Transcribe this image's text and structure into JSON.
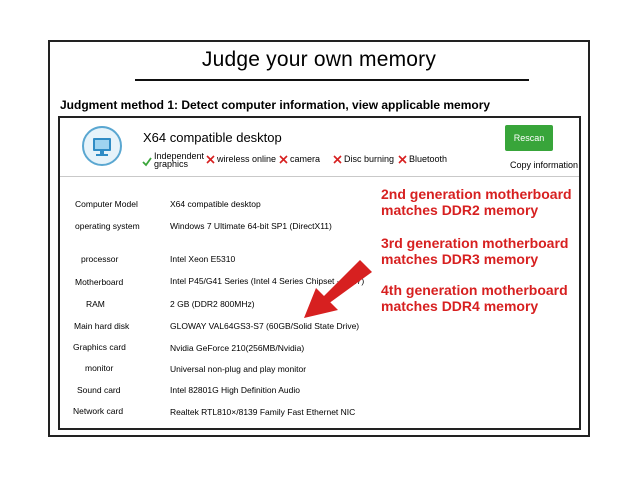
{
  "title": "Judge your own memory",
  "method_heading": "Judgment method 1: Detect computer information, view applicable memory",
  "header": {
    "icon": "computer-monitor-icon",
    "device_name": "X64 compatible desktop",
    "features": [
      {
        "label": "Independent graphics",
        "status": "yes",
        "icon": "check-icon"
      },
      {
        "label": "wireless online",
        "status": "no",
        "icon": "cross-icon"
      },
      {
        "label": "camera",
        "status": "no",
        "icon": "cross-icon"
      },
      {
        "label": "Disc burning",
        "status": "no",
        "icon": "cross-icon"
      },
      {
        "label": "Bluetooth",
        "status": "no",
        "icon": "cross-icon"
      }
    ],
    "rescan_label": "Rescan",
    "copy_label": "Copy information"
  },
  "info": [
    {
      "label": "Computer Model",
      "value": "X64 compatible desktop"
    },
    {
      "label": "operating system",
      "value": "Windows 7 Ultimate 64-bit SP1 (DirectX11)"
    },
    {
      "label": "processor",
      "value": "Intel Xeon E5310"
    },
    {
      "label": "Motherboard",
      "value": "Intel P45/G41 Series (Intel 4 Series Chipset - ICH7)"
    },
    {
      "label": "RAM",
      "value": "2 GB (DDR2  800MHz)"
    },
    {
      "label": "Main hard disk",
      "value": "GLOWAY VAL64GS3-S7 (60GB/Solid State Drive)"
    },
    {
      "label": "Graphics card",
      "value": "Nvidia GeForce 210(256MB/Nvidia)"
    },
    {
      "label": "monitor",
      "value": "Universal non-plug and play monitor"
    },
    {
      "label": "Sound card",
      "value": "Intel 82801G High Definition Audio"
    },
    {
      "label": "Network card",
      "value": "Realtek RTL810×/8139 Family Fast Ethernet NIC"
    }
  ],
  "annotations": [
    {
      "line1": "2nd generation motherboard",
      "line2": "matches DDR2 memory"
    },
    {
      "line1": "3rd generation motherboard",
      "line2": "matches DDR3 memory"
    },
    {
      "line1": "4th generation motherboard",
      "line2": "matches DDR4 memory"
    }
  ],
  "colors": {
    "annotation": "#d72020",
    "rescan_button": "#38a53a",
    "check": "#3aa53a",
    "cross": "#d72020",
    "icon_circle": "#5aa7d1"
  }
}
